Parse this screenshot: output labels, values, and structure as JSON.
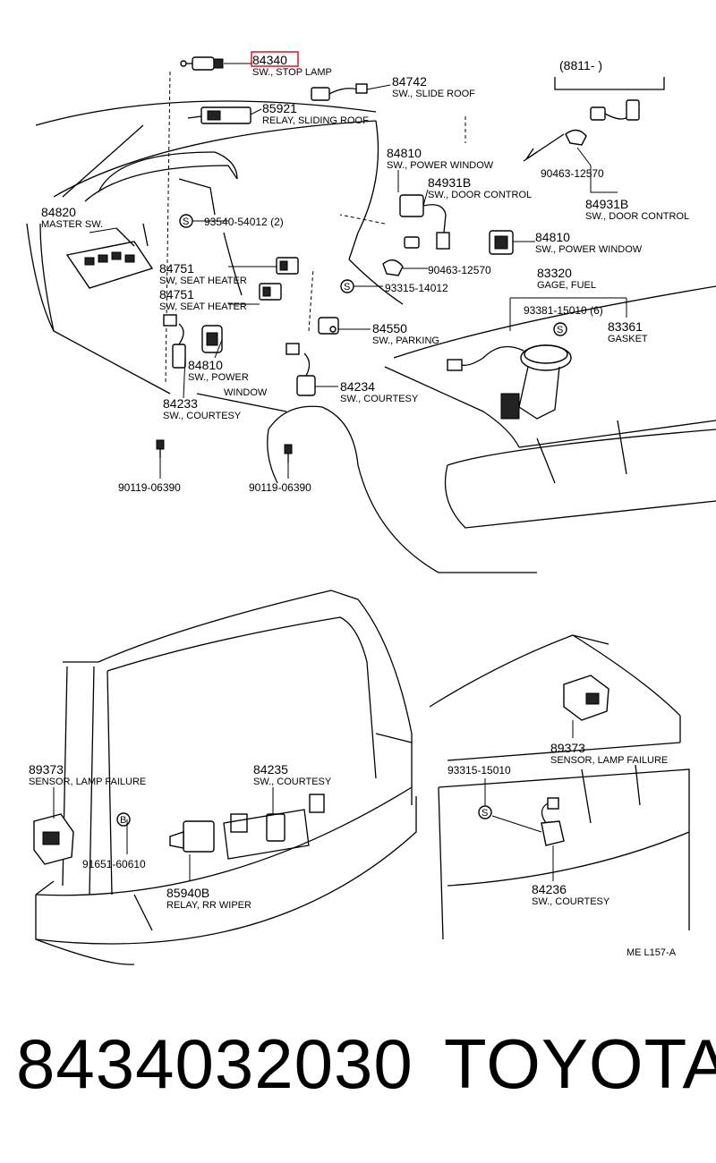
{
  "diagram": {
    "highlight_color": "#e0141e",
    "code": "ME L157-A",
    "range_label": "(8811-      )",
    "callouts": [
      {
        "id": "c1",
        "number": "84340",
        "desc": "SW., STOP LAMP"
      },
      {
        "id": "c2",
        "number": "84742",
        "desc": "SW., SLIDE ROOF"
      },
      {
        "id": "c3",
        "number": "85921",
        "desc": "RELAY, SLIDING ROOF"
      },
      {
        "id": "c4",
        "number": "84810",
        "desc": "SW., POWER WINDOW"
      },
      {
        "id": "c5",
        "number": "84931B",
        "desc": "SW., DOOR CONTROL"
      },
      {
        "id": "c6",
        "number": "90463-12570",
        "desc": ""
      },
      {
        "id": "c7",
        "number": "84931B",
        "desc": "SW., DOOR CONTROL"
      },
      {
        "id": "c8",
        "number": "84820",
        "desc": "MASTER SW."
      },
      {
        "id": "c9",
        "number": "93540-54012 (2)",
        "desc": ""
      },
      {
        "id": "c10",
        "number": "84810",
        "desc": "SW., POWER WINDOW"
      },
      {
        "id": "c11",
        "number": "90463-12570",
        "desc": ""
      },
      {
        "id": "c12",
        "number": "84751",
        "desc": "SW, SEAT HEATER"
      },
      {
        "id": "c13",
        "number": "93315-14012",
        "desc": ""
      },
      {
        "id": "c14",
        "number": "83320",
        "desc": "GAGE, FUEL"
      },
      {
        "id": "c15",
        "number": "84751",
        "desc": "SW, SEAT HEATER"
      },
      {
        "id": "c16",
        "number": "93381-15010 (6)",
        "desc": ""
      },
      {
        "id": "c17",
        "number": "83361",
        "desc": "GASKET"
      },
      {
        "id": "c18",
        "number": "84550",
        "desc": "SW., PARKING"
      },
      {
        "id": "c19",
        "number": "84810",
        "desc": "SW., POWER"
      },
      {
        "id": "c19b",
        "number": "",
        "desc": "WINDOW"
      },
      {
        "id": "c20",
        "number": "84234",
        "desc": "SW., COURTESY"
      },
      {
        "id": "c21",
        "number": "84233",
        "desc": "SW., COURTESY"
      },
      {
        "id": "c22",
        "number": "90119-06390",
        "desc": ""
      },
      {
        "id": "c23",
        "number": "90119-06390",
        "desc": ""
      },
      {
        "id": "c24",
        "number": "90463-12570",
        "desc": ""
      },
      {
        "id": "c25",
        "number": "89373",
        "desc": "SENSOR, LAMP FAILURE"
      },
      {
        "id": "c26",
        "number": "84235",
        "desc": "SW., COURTESY"
      },
      {
        "id": "c27",
        "number": "93315-15010",
        "desc": ""
      },
      {
        "id": "c28",
        "number": "89373",
        "desc": "SENSOR, LAMP FAILURE"
      },
      {
        "id": "c29",
        "number": "91651-60610",
        "desc": ""
      },
      {
        "id": "c30",
        "number": "85940B",
        "desc": "RELAY, RR WIPER"
      },
      {
        "id": "c31",
        "number": "84236",
        "desc": "SW., COURTESY"
      }
    ]
  },
  "footer": {
    "part_number": "8434032030",
    "brand": "TOYOTA"
  }
}
